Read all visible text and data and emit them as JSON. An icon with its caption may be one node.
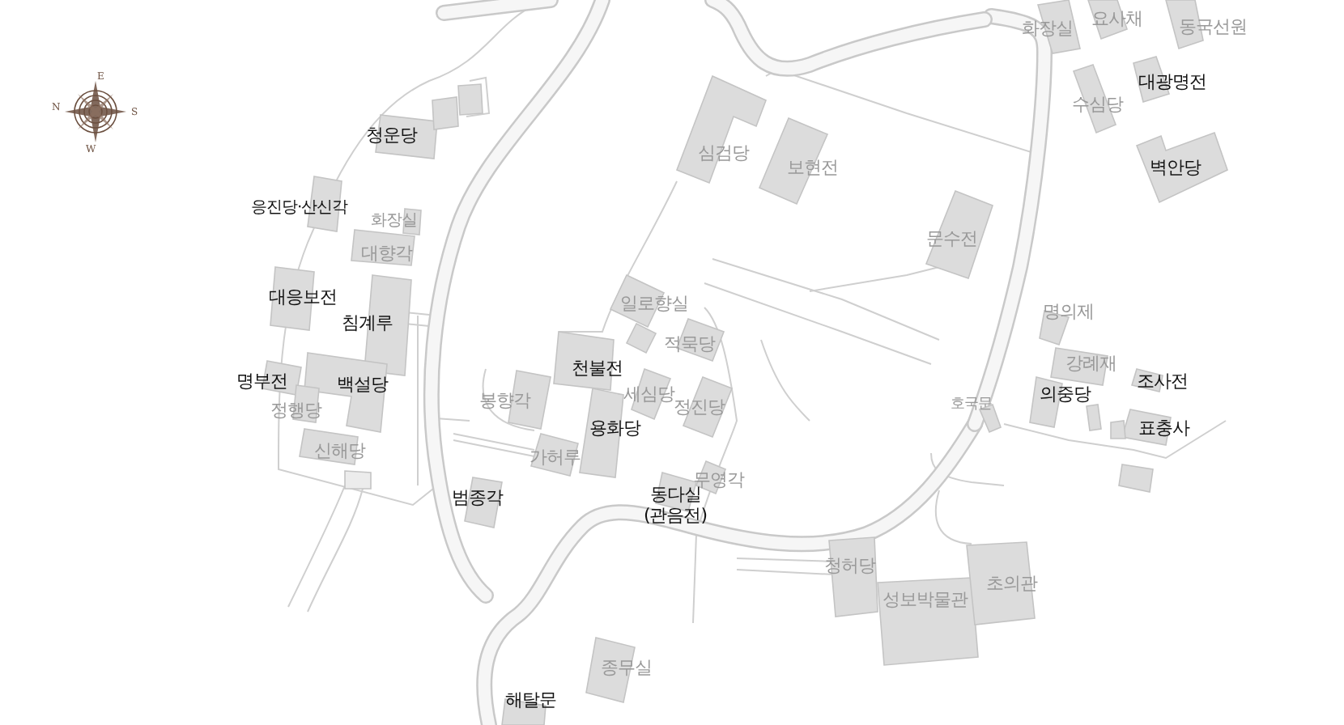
{
  "diagram": {
    "nodes": [
      {
        "text": [
          "청운당"
        ]
      },
      {
        "text": [
          "응진당·산신각"
        ]
      },
      {
        "text": [
          "화장실"
        ]
      },
      {
        "text": [
          "대향각"
        ]
      },
      {
        "text": [
          "대응보전"
        ]
      },
      {
        "text": [
          "침계루"
        ]
      },
      {
        "text": [
          "명부전"
        ]
      },
      {
        "text": [
          "백설당"
        ]
      },
      {
        "text": [
          "정행당"
        ]
      },
      {
        "text": [
          "신해당"
        ]
      },
      {
        "text": [
          "심검당"
        ]
      },
      {
        "text": [
          "보현전"
        ]
      },
      {
        "text": [
          "일로향실"
        ]
      },
      {
        "text": [
          "적묵당"
        ]
      },
      {
        "text": [
          "천불전"
        ]
      },
      {
        "text": [
          "봉향각"
        ]
      },
      {
        "text": [
          "세심당"
        ]
      },
      {
        "text": [
          "정진당"
        ]
      },
      {
        "text": [
          "용화당"
        ]
      },
      {
        "text": [
          "가허루"
        ]
      },
      {
        "text": [
          "무영각"
        ]
      },
      {
        "text": [
          "범종각"
        ]
      },
      {
        "text": [
          "동다실 (관음전)"
        ]
      },
      {
        "text": [
          "종무실"
        ]
      },
      {
        "text": [
          "해탈문"
        ]
      },
      {
        "text": [
          "청허당"
        ]
      },
      {
        "text": [
          "성보박물관"
        ]
      },
      {
        "text": [
          "초의관"
        ]
      },
      {
        "text": [
          "문수전"
        ]
      },
      {
        "text": [
          "호국문"
        ]
      },
      {
        "text": [
          "화장실"
        ]
      },
      {
        "text": [
          "요사채"
        ]
      },
      {
        "text": [
          "동국선원"
        ]
      },
      {
        "text": [
          "수심당"
        ]
      },
      {
        "text": [
          "대광명전"
        ]
      },
      {
        "text": [
          "벽안당"
        ]
      },
      {
        "text": [
          "명의제"
        ]
      },
      {
        "text": [
          "강례재"
        ]
      },
      {
        "text": [
          "의중당"
        ]
      },
      {
        "text": [
          "조사전"
        ]
      },
      {
        "text": [
          "표충사"
        ]
      },
      {
        "text": [],
        "shape": "box"
      },
      {
        "text": [],
        "shape": "box"
      },
      {
        "text": [],
        "shape": "box"
      },
      {
        "text": [],
        "shape": "box"
      },
      {
        "text": [],
        "shape": "box"
      },
      {
        "text": [],
        "shape": "box"
      }
    ],
    "edges": [],
    "labels": [
      "E",
      "N",
      "S",
      "W"
    ]
  }
}
